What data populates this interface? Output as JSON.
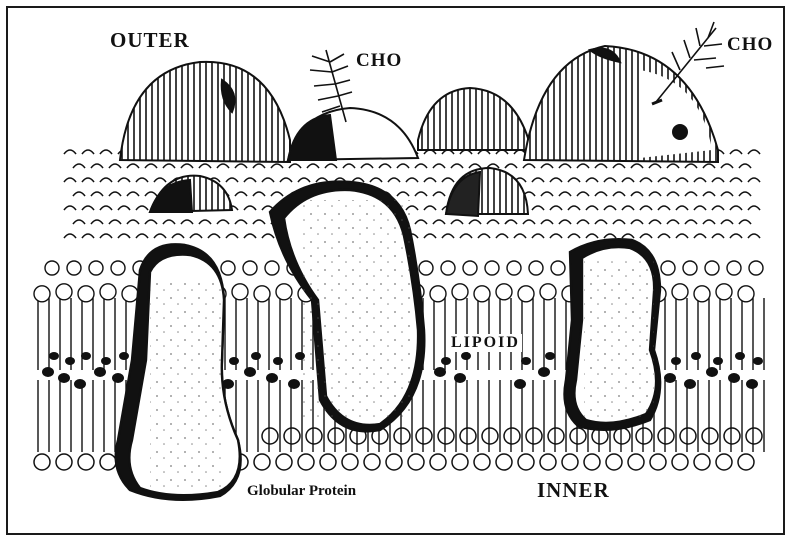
{
  "labels": {
    "outer": "OUTER",
    "cho_left": "CHO",
    "cho_right": "CHO",
    "lipoid": "LIPOID",
    "globular_protein": "Globular Protein",
    "inner": "INNER"
  },
  "colors": {
    "ink": "#111111",
    "background": "#ffffff"
  }
}
